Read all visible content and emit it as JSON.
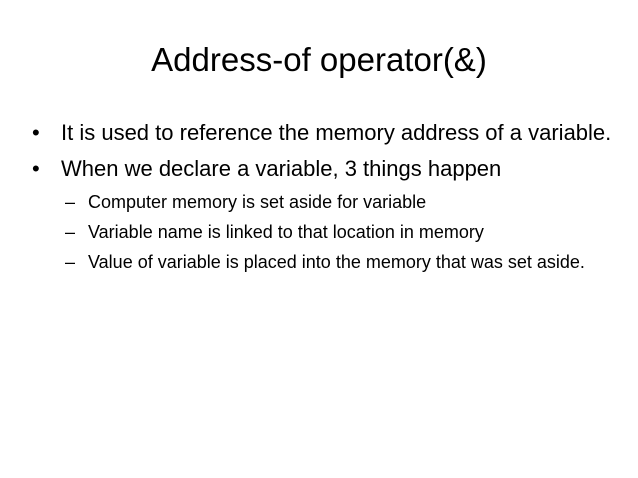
{
  "slide": {
    "title": "Address-of operator(&)",
    "bullets": [
      {
        "marker": "•",
        "text": "It is used to reference the memory address of a variable."
      },
      {
        "marker": "•",
        "text": "When we declare a variable, 3 things happen",
        "sub_items": [
          {
            "marker": "–",
            "text": "Computer memory is set aside for variable"
          },
          {
            "marker": "–",
            "text": "Variable name is linked to that location in memory"
          },
          {
            "marker": "–",
            "text": "Value of variable is placed into the memory that was set aside."
          }
        ]
      }
    ]
  }
}
